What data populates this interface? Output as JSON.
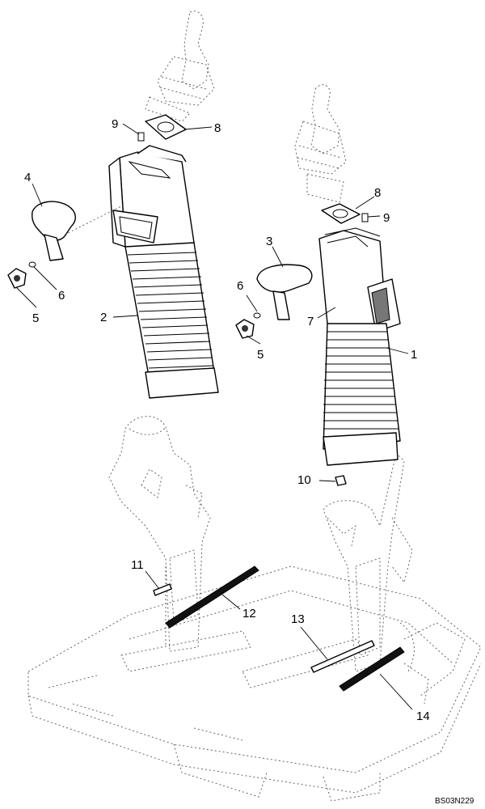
{
  "callouts": {
    "c1": "1",
    "c2": "2",
    "c3": "3",
    "c4": "4",
    "c5a": "5",
    "c5b": "5",
    "c6a": "6",
    "c6b": "6",
    "c7": "7",
    "c8a": "8",
    "c8b": "8",
    "c9a": "9",
    "c9b": "9",
    "c10": "10",
    "c11": "11",
    "c12": "12",
    "c13": "13",
    "c14": "14"
  },
  "figure_code": "BS03N229"
}
